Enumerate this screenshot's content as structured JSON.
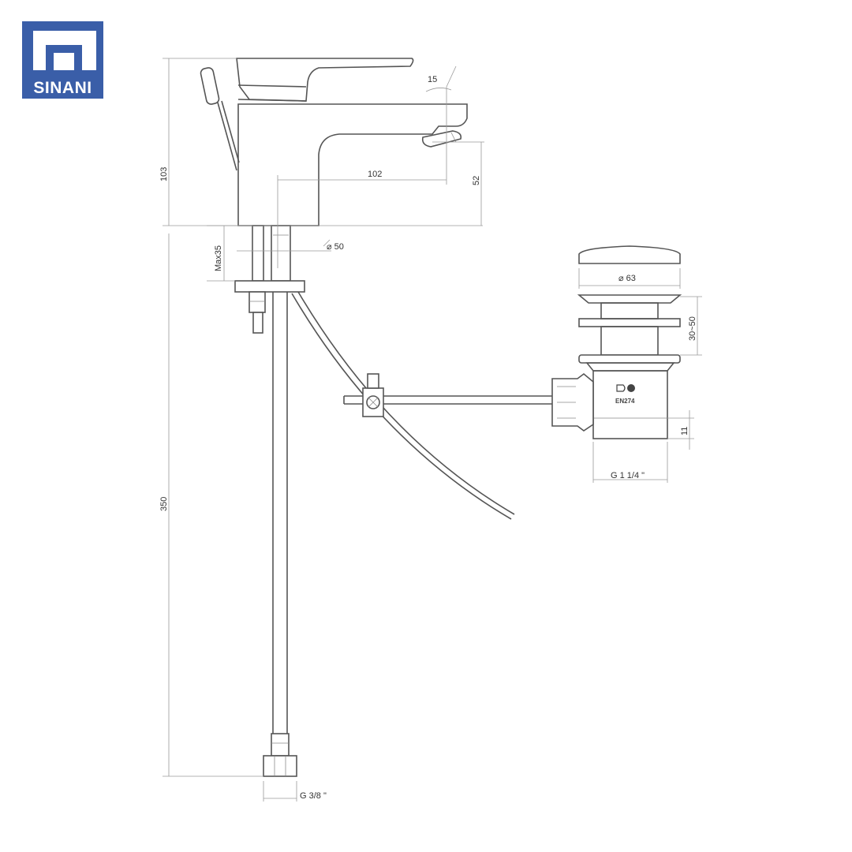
{
  "logo": {
    "brand": "SINANI",
    "color": "#3a5ea8"
  },
  "dimensions": {
    "total_height": "103",
    "spout_reach": "102",
    "spout_angle": "15",
    "spout_height": "52",
    "base_diameter": "⌀ 50",
    "max_deck_thickness": "Max35",
    "hose_length": "350",
    "hose_connection": "G 3/8 \"",
    "drain_cap_diameter": "⌀ 63",
    "drain_adjust_range": "30~50",
    "drain_tail_length": "11",
    "drain_thread": "G 1 1/4 \"",
    "drain_standard": "EN274"
  }
}
